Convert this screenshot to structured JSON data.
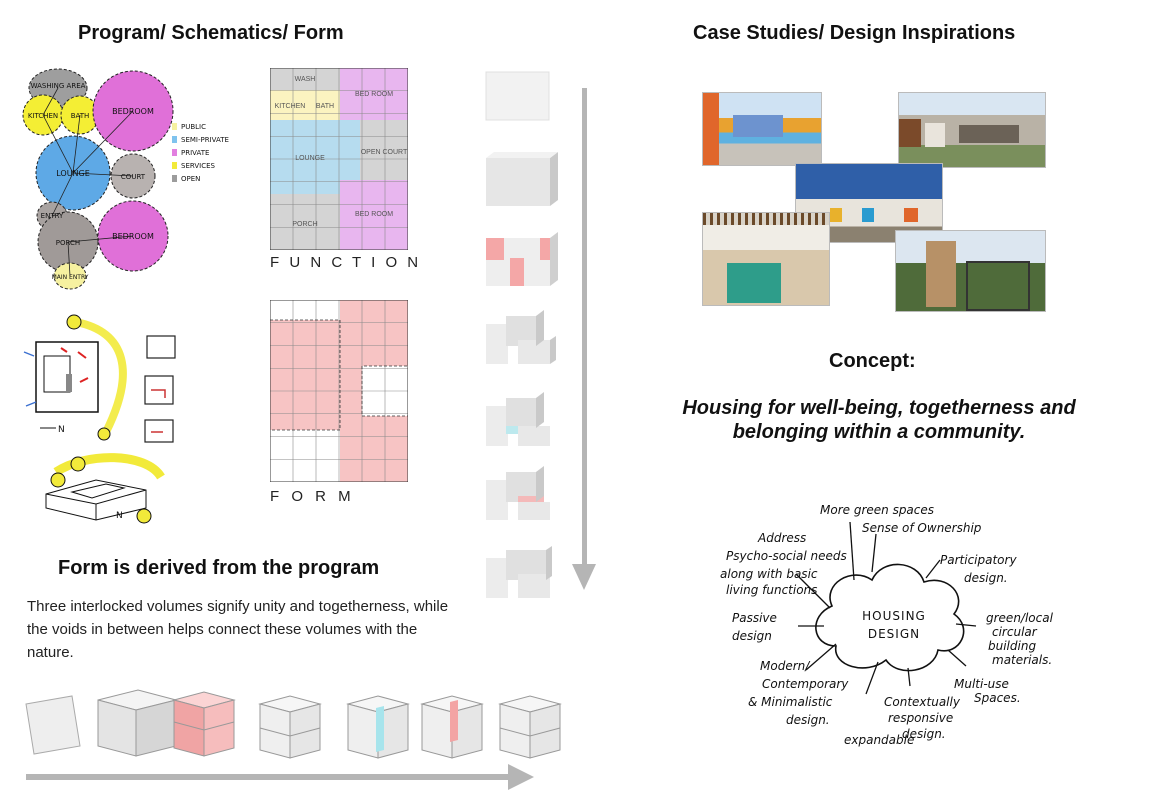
{
  "left": {
    "title": "Program/ Schematics/ Form",
    "bubbles": {
      "washing": "WASHING AREA",
      "kitchen": "KITCHEN",
      "bath": "BATH",
      "bedroom1": "BEDROOM",
      "lounge": "LOUNGE",
      "court": "COURT",
      "entry": "ENTRY",
      "porch": "PORCH",
      "bedroom2": "BEDROOM",
      "main_entry": "MAIN ENTRY"
    },
    "legend": [
      {
        "label": "PUBLIC",
        "color": "#f6f1a0"
      },
      {
        "label": "SEMI-PRIVATE",
        "color": "#7fc3ee"
      },
      {
        "label": "PRIVATE",
        "color": "#e27fe0"
      },
      {
        "label": "SERVICES",
        "color": "#f2ea3a"
      },
      {
        "label": "OPEN",
        "color": "#9c9c9c"
      }
    ],
    "plan_labels": {
      "wash": "WASH",
      "kitchen": "KITCHEN",
      "bath": "BATH",
      "bedroom_top": "BED ROOM",
      "lounge": "LOUNGE",
      "open_court": "OPEN COURT",
      "porch": "PORCH",
      "bedroom_bottom": "BED ROOM"
    },
    "function_label": "F U N C T I O N",
    "form_label": "F   O   R   M",
    "north_label_1": "N",
    "north_label_2": "N",
    "derived_title": "Form is derived from the program",
    "derived_body": "Three interlocked volumes signify unity and togetherness, while the voids in between helps connect these volumes with the nature."
  },
  "right": {
    "title": "Case Studies/ Design Inspirations",
    "concept_title": "Concept:",
    "concept_line1": "Housing for well-being, togetherness and",
    "concept_line2": "belonging within a community.",
    "mindmap": {
      "center1": "HOUSING",
      "center2": "DESIGN",
      "green": "More green spaces",
      "ownership": "Sense of Ownership",
      "address1": "Address",
      "address2": "Psycho-social needs",
      "address3": "along with basic",
      "address4": "living functions",
      "participatory1": "Participatory",
      "participatory2": "design.",
      "passive1": "Passive",
      "passive2": "design",
      "materials1": "green/local",
      "materials2": "circular",
      "materials3": "building",
      "materials4": "materials.",
      "modern1": "Modern/",
      "modern2": "Contemporary",
      "modern3": "& Minimalistic",
      "modern4": "design.",
      "multi1": "Multi-use",
      "multi2": "Spaces.",
      "context1": "Contextually",
      "context2": "responsive",
      "context3": "design.",
      "expandable": "expandable"
    }
  }
}
